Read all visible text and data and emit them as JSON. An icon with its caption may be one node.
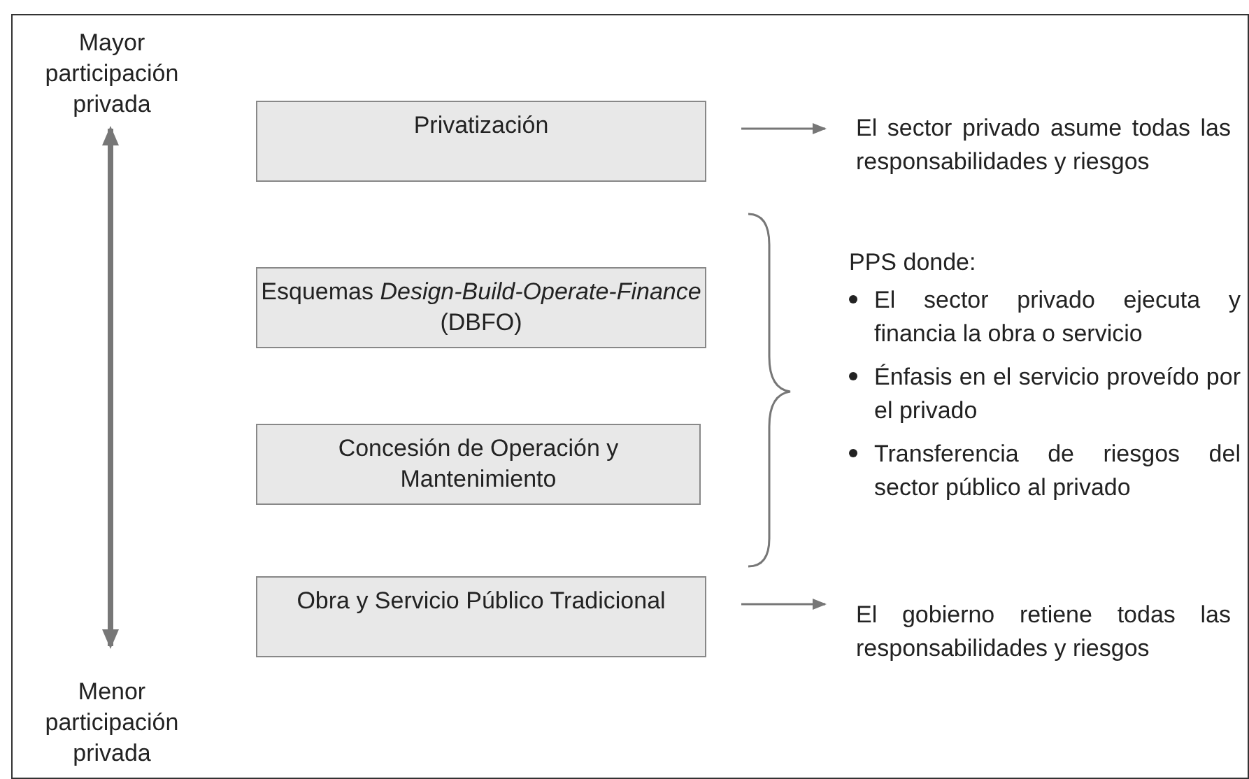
{
  "diagram": {
    "nodes": [
      {
        "text": [
          "Privatización"
        ]
      },
      {
        "text": [
          "Esquemas *Design-Build-Operate-Finance* (DBFO)"
        ]
      },
      {
        "text": [
          "Concesión de Operación y Mantenimiento"
        ]
      },
      {
        "text": [
          "Obra y Servicio Público Tradicional"
        ]
      },
      {
        "text": [
          "El sector privado asume todas las responsabilidades y riesgos"
        ]
      },
      {
        "text": [
          "El gobierno retiene todas las responsabilidades y riesgos"
        ]
      }
    ],
    "edges": [
      {
        "from": 0,
        "to": 4,
        "arrow": "to"
      },
      {
        "from": 3,
        "to": 5,
        "arrow": "to"
      }
    ],
    "labels": [
      "Mayor participación privada",
      "PPS donde:",
      "El sector privado ejecuta y financia la obra o servicio",
      "Énfasis en el servicio proveído por el privado",
      "Transferencia de riesgos del sector público al privado",
      "Menor participación privada"
    ]
  }
}
